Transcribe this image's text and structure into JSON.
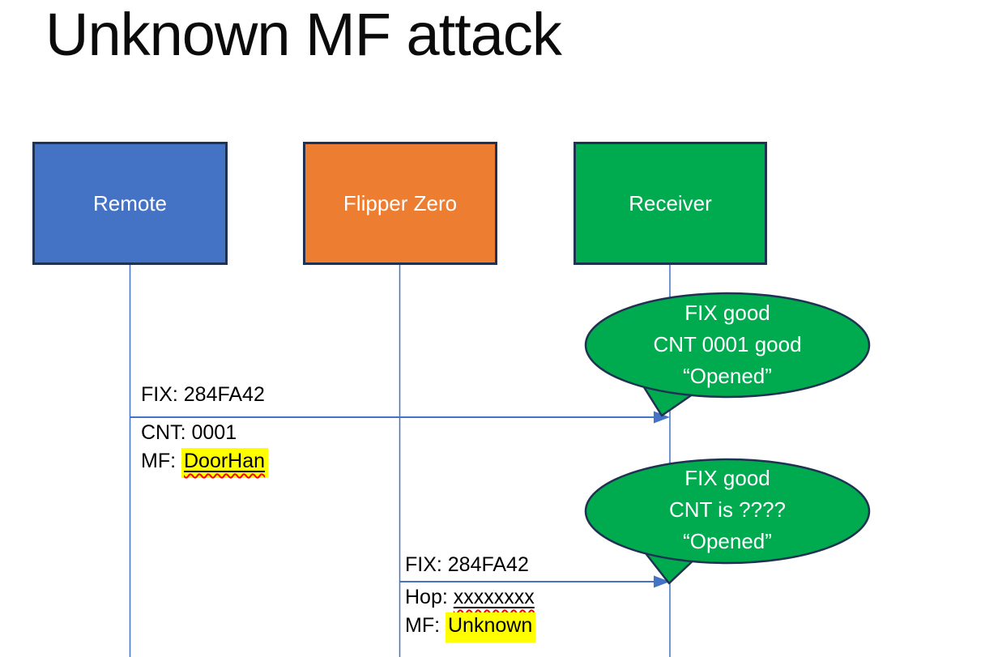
{
  "title": "Unknown MF attack",
  "actors": [
    {
      "label": "Remote",
      "fill": "#4472C4"
    },
    {
      "label": "Flipper Zero",
      "fill": "#ED7D31"
    },
    {
      "label": "Receiver",
      "fill": "#00AB50"
    }
  ],
  "messages": [
    {
      "fix_line": "FIX: 284FA42",
      "cnt_line": "CNT: 0001",
      "mf_prefix": "MF: ",
      "mf_value": "DoorHan"
    },
    {
      "fix_line": "FIX: 284FA42",
      "hop_prefix": "Hop: ",
      "hop_value": "xxxxxxxx",
      "mf_prefix": "MF: ",
      "mf_value": "Unknown"
    }
  ],
  "bubbles": [
    {
      "lines": [
        "FIX good",
        "CNT 0001 good",
        "“Opened”"
      ]
    },
    {
      "lines": [
        "FIX good",
        "CNT is ????",
        "“Opened”"
      ]
    }
  ],
  "colors": {
    "actor_blue": "#4472C4",
    "actor_orange": "#ED7D31",
    "actor_green": "#00AB50",
    "box_border_navy": "#1F3251",
    "connector_blue": "#4472C4",
    "bubble_green": "#00AB50",
    "bubble_border_navy": "#1F3251",
    "highlight_yellow": "#FFFF00",
    "squiggle_red": "#FF0000",
    "box_text": "#FFFFFF",
    "label_text": "#000000",
    "title_text": "#0B0B0B"
  }
}
